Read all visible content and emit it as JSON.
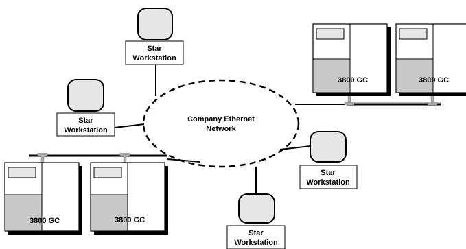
{
  "network": {
    "label_line1": "Company Ethernet",
    "label_line2": "Network"
  },
  "workstations": [
    {
      "line1": "Star",
      "line2": "Workstation"
    },
    {
      "line1": "Star",
      "line2": "Workstation"
    },
    {
      "line1": "Star",
      "line2": "Workstation"
    },
    {
      "line1": "Star",
      "line2": "Workstation"
    }
  ],
  "instruments": [
    {
      "label": "3800 GC"
    },
    {
      "label": "3800 GC"
    },
    {
      "label": "3800 GC"
    },
    {
      "label": "3800 GC"
    }
  ],
  "colors": {
    "line": "#000000",
    "screen_fill": "#e6e6e6",
    "panel_fill": "#c8c8c8",
    "shadow": "#000000",
    "connector": "#a6a6a6"
  }
}
